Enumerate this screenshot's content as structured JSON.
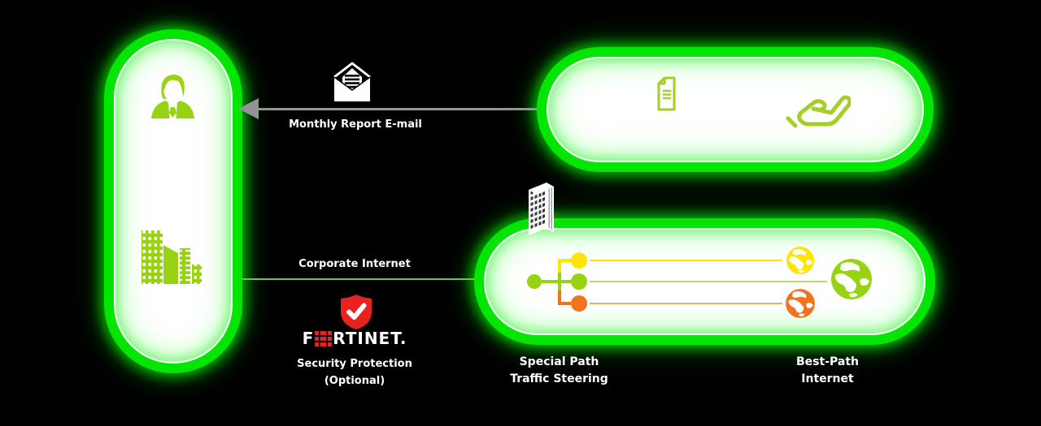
{
  "diagram": {
    "email_flow_label": "Monthly Report E-mail",
    "internet_link_label": "Corporate Internet",
    "security": {
      "brand_f": "F",
      "brand_rtinet": "RTINET.",
      "line1": "Security Protection",
      "line2": "(Optional)"
    },
    "paths": {
      "special_line1": "Special Path",
      "special_line2": "Traffic Steering",
      "best_line1": "Best-Path",
      "best_line2": "Internet"
    }
  },
  "colors": {
    "background": "#000000",
    "neon_green": "#03e603",
    "lime": "#97d313",
    "yellow": "#ffe504",
    "orange": "#f2731d",
    "fortinet_red": "#e8231f",
    "arrow_gray": "#949494",
    "white": "#ffffff"
  },
  "icons": {
    "left_capsule_top": "business-person-icon",
    "left_capsule_bottom": "office-buildings-icon",
    "email_arrow": "open-email-icon",
    "top_capsule_left": "report-document-icon",
    "top_capsule_right": "service-hand-icon",
    "security_badge": "shield-check-icon",
    "fortinet_gate": "fortinet-gate-icon",
    "bottom_capsule_top": "corporate-building-icon",
    "bottom_capsule_inside": [
      "traffic-branch",
      "yellow-globe-icon",
      "orange-globe-icon",
      "green-globe-icon"
    ]
  }
}
